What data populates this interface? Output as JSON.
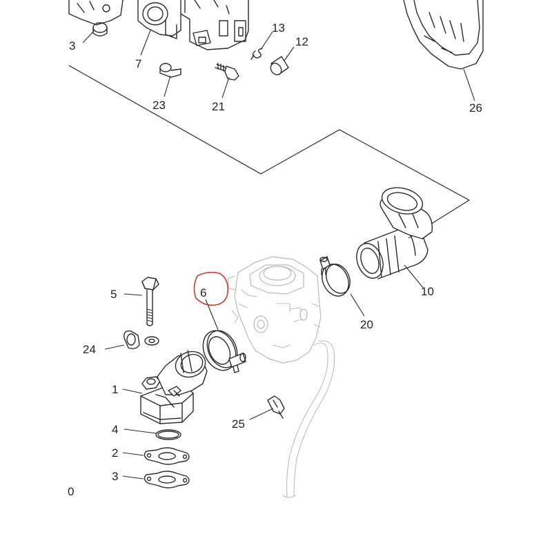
{
  "callouts": {
    "c1": "1",
    "c2": "2",
    "c3": "3",
    "c4": "4",
    "c5": "5",
    "c6": "6",
    "c7": "7",
    "c10": "10",
    "c12": "12",
    "c13": "13",
    "c20": "20",
    "c21": "21",
    "c23": "23",
    "c24": "24",
    "c25": "25",
    "c26": "26",
    "c13_partial": "3",
    "c_left_edge": "0"
  },
  "colors": {
    "line": "#2a2a2a",
    "carb_outline": "#b9b9b9",
    "highlight_marker": "#d0392b"
  }
}
